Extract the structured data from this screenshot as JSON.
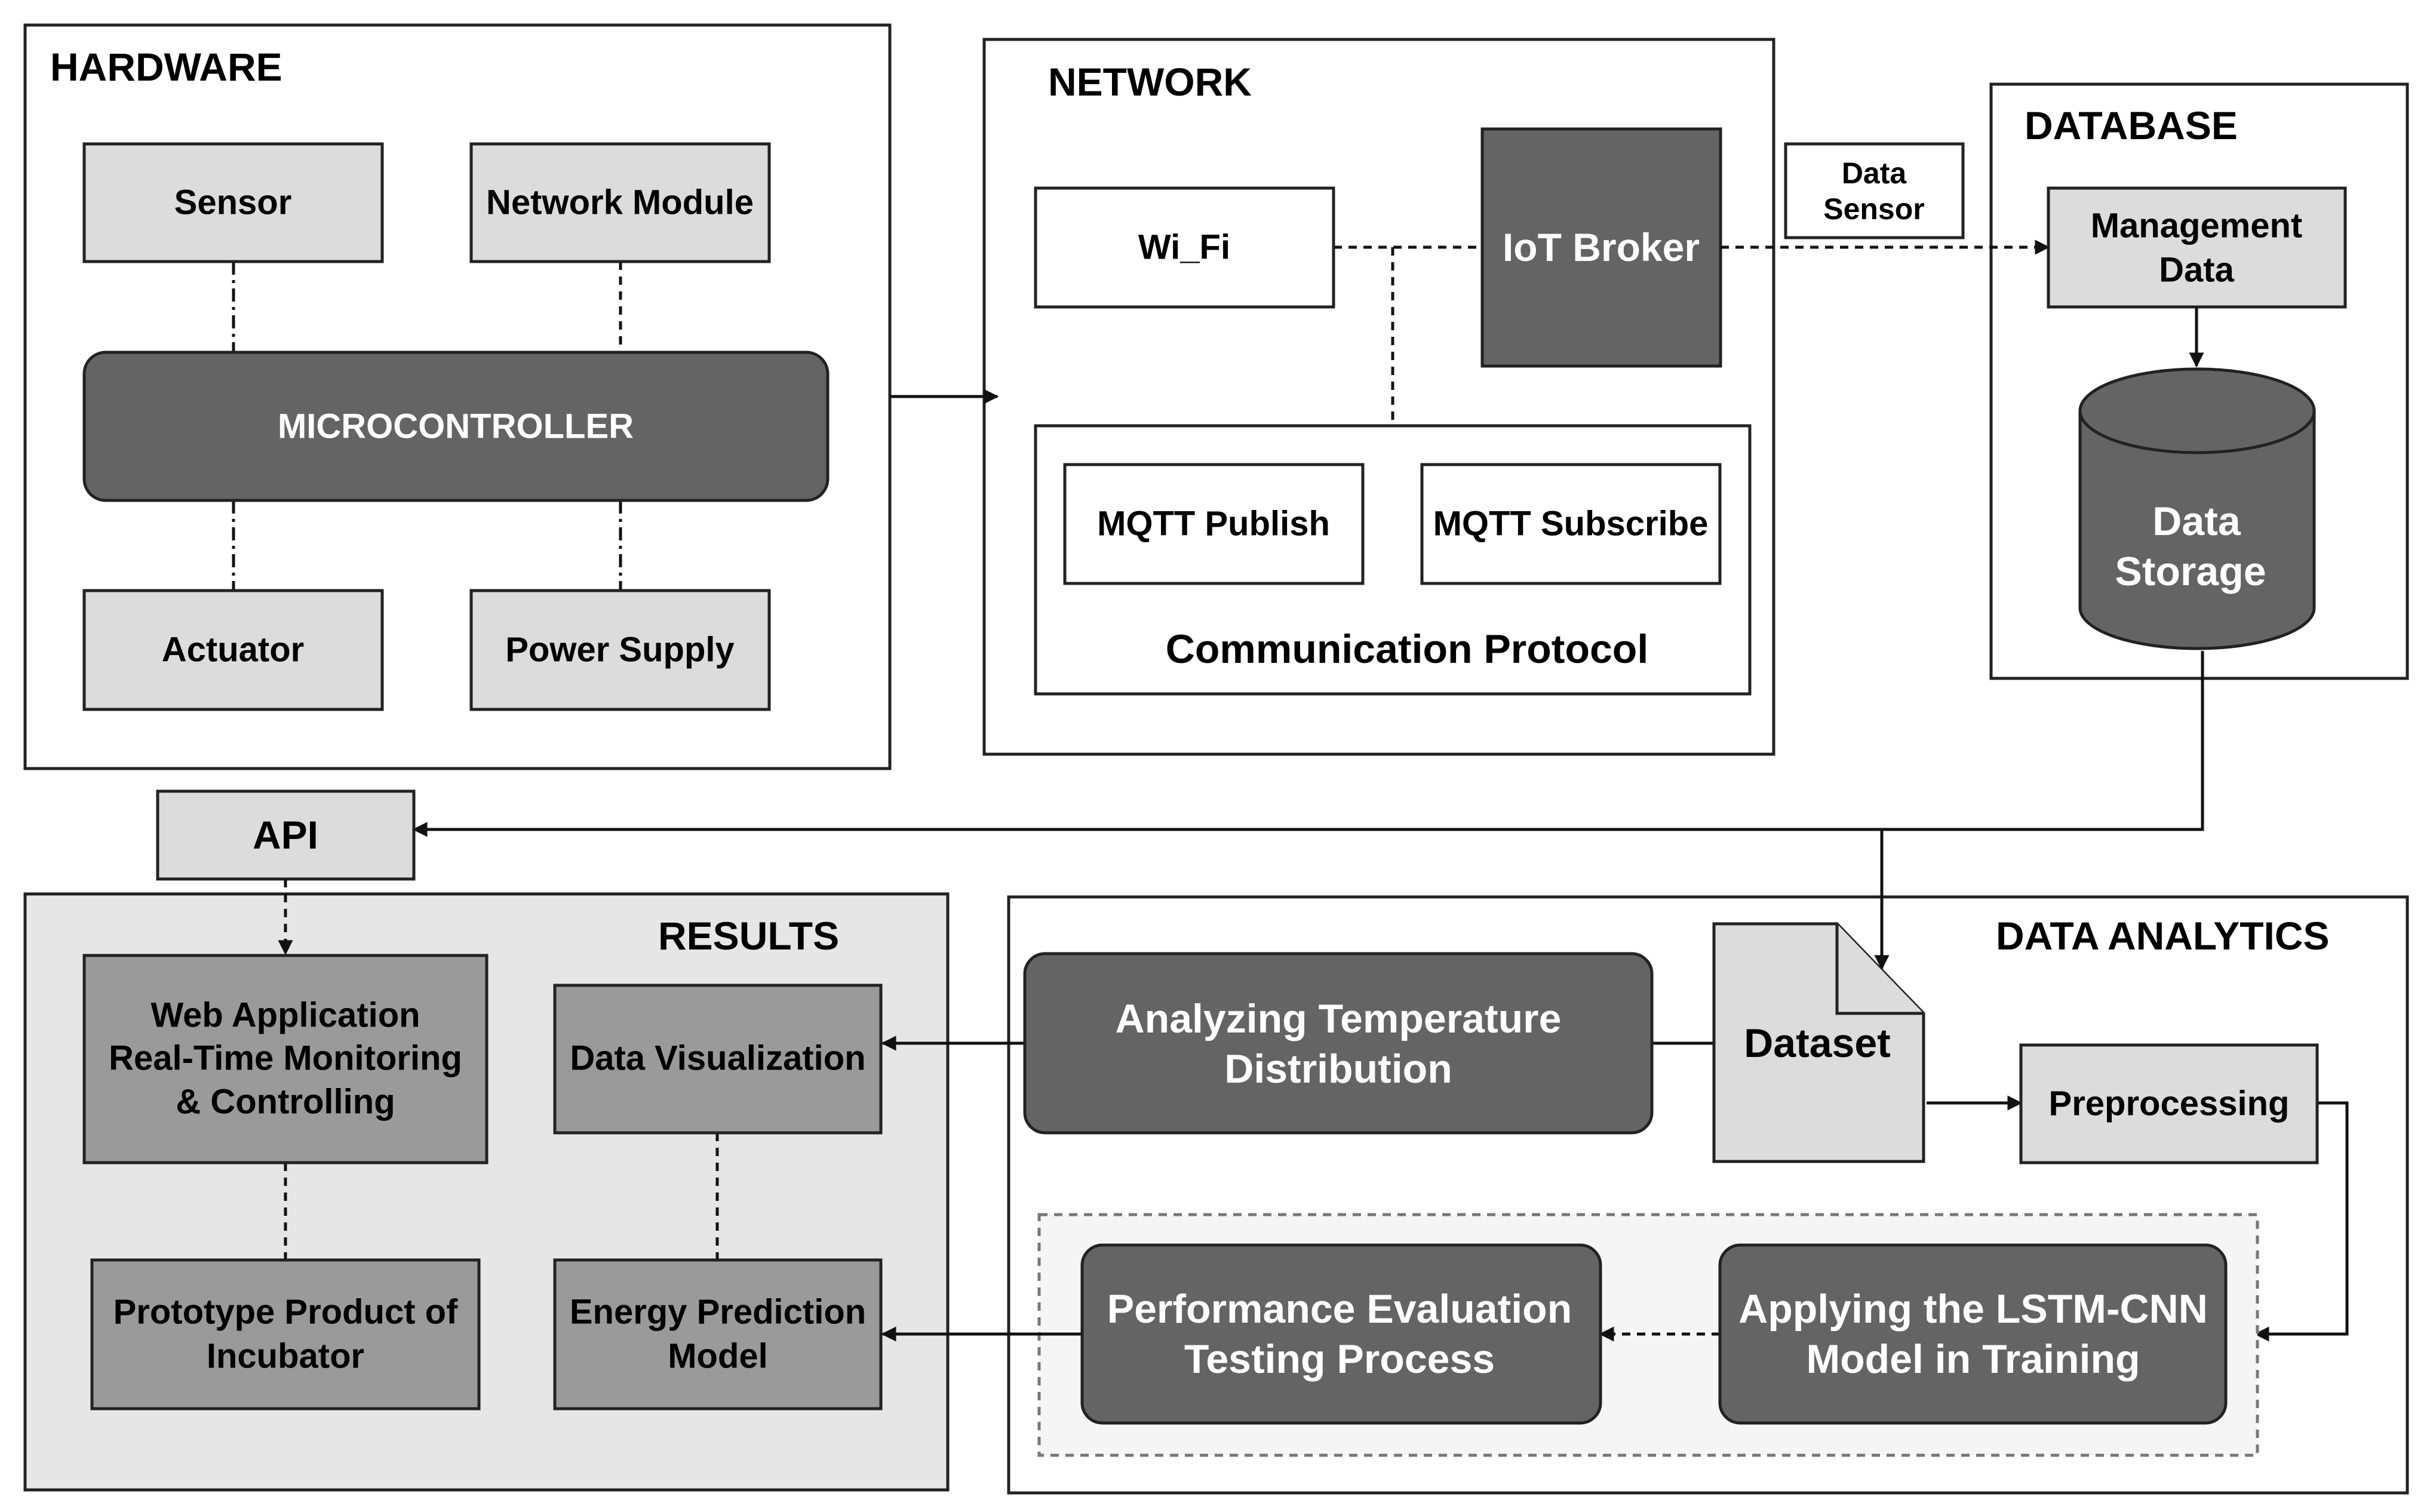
{
  "sections": {
    "hardware": "HARDWARE",
    "network": "NETWORK",
    "database": "DATABASE",
    "results": "RESULTS",
    "data_analytics": "DATA ANALYTICS"
  },
  "hardware": {
    "sensor": "Sensor",
    "network_module": "Network Module",
    "microcontroller": "MICROCONTROLLER",
    "actuator": "Actuator",
    "power_supply": "Power Supply"
  },
  "network": {
    "wifi": "Wi_Fi",
    "iot_broker": "IoT Broker",
    "mqtt_publish": "MQTT Publish",
    "mqtt_subscribe": "MQTT Subscribe",
    "communication_protocol": "Communication Protocol"
  },
  "data_sensor_label": {
    "line1": "Data",
    "line2": "Sensor"
  },
  "database": {
    "management_data": {
      "line1": "Management",
      "line2": "Data"
    },
    "data_storage": {
      "line1": "Data",
      "line2": "Storage"
    }
  },
  "api": "API",
  "results": {
    "web_app": {
      "line1": "Web Application",
      "line2": "Real-Time Monitoring",
      "line3": "& Controlling"
    },
    "data_visualization": "Data Visualization",
    "prototype": {
      "line1": "Prototype Product of",
      "line2": "Incubator"
    },
    "energy_prediction": {
      "line1": "Energy Prediction",
      "line2": "Model"
    }
  },
  "analytics": {
    "analyzing": {
      "line1": "Analyzing Temperature",
      "line2": "Distribution"
    },
    "dataset": "Dataset",
    "preprocessing": "Preprocessing",
    "performance": {
      "line1": "Performance Evaluation",
      "line2": "Testing Process"
    },
    "lstm": {
      "line1": "Applying the LSTM-CNN",
      "line2": "Model in Training"
    }
  }
}
